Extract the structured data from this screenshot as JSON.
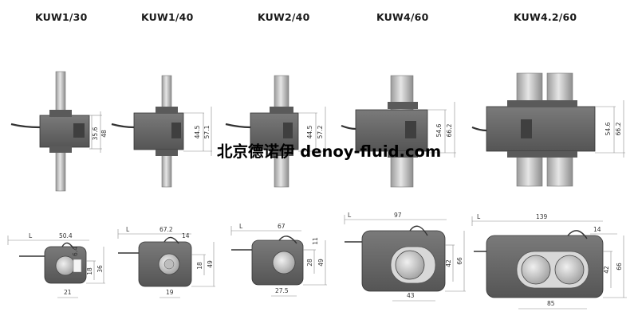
{
  "models": [
    "KUW1/30",
    "KUW1/40",
    "KUW2/40",
    "KUW4/60",
    "KUW4.2/60"
  ],
  "watermark": "北京德诺伊 denoy-fluid.com",
  "side_dims": [
    [
      "35.6",
      "48"
    ],
    [
      "44.5",
      "57.1"
    ],
    [
      "44.5",
      "57.2"
    ],
    [
      "54.6",
      "66.2"
    ],
    [
      "54.6",
      "66.2"
    ]
  ],
  "front_dims": [
    {
      "L": "L",
      "width": "50.4",
      "top": "6.4",
      "inner": "18",
      "outer": "36",
      "bottom": "21"
    },
    {
      "L": "L",
      "width": "67.2",
      "top": "14",
      "inner": "18",
      "outer": "49",
      "bottom": "19"
    },
    {
      "L": "L",
      "width": "67",
      "top": "11",
      "inner": "28",
      "outer": "49",
      "bottom": "27.5"
    },
    {
      "L": "L",
      "width": "97",
      "top": "",
      "inner": "42",
      "outer": "66",
      "bottom": "43"
    },
    {
      "L": "L",
      "width": "139",
      "top": "14",
      "inner": "42",
      "outer": "66",
      "bottom": "85"
    }
  ],
  "colors": {
    "body": "#6b6b6b",
    "body_dark": "#4a4a4a",
    "rod": "#c4c4c4",
    "dim": "#8a8a8a",
    "text": "#1a1a1a"
  }
}
